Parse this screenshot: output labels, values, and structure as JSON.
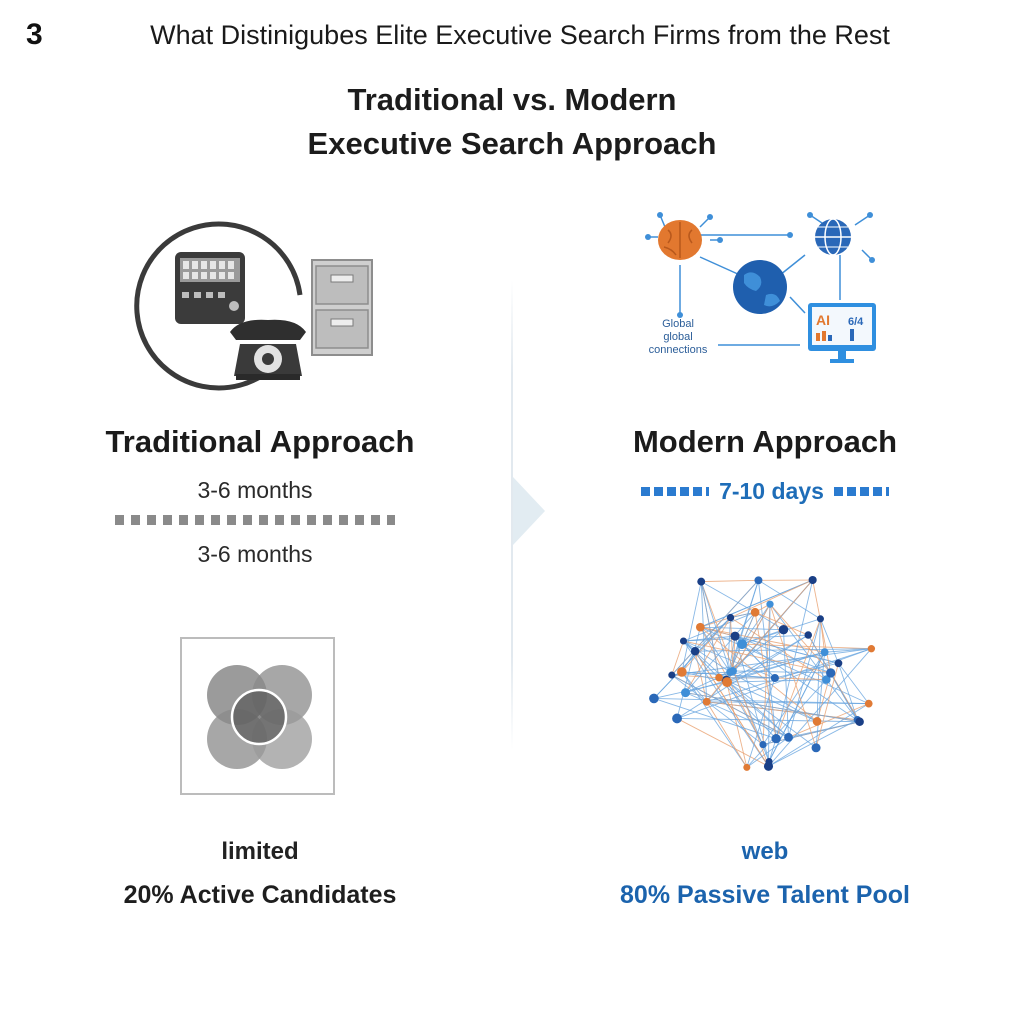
{
  "slide_number": "3",
  "header_title": "What Distinigubes Elite Executive Search Firms from the Rest",
  "main_title": {
    "line1": "Traditional vs. Modern",
    "line2": "Executive Search Approach"
  },
  "traditional": {
    "title": "Traditional Approach",
    "duration_top": "3-6 months",
    "duration_bottom": "3-6 months",
    "caption_small": "limited",
    "caption_main": "20% Active Candidates",
    "icons": [
      "rolodex-icon",
      "telephone-icon",
      "filing-cabinet-icon",
      "overlapping-circles-icon"
    ]
  },
  "modern": {
    "title": "Modern Approach",
    "duration": "7-10 days",
    "caption_small": "web",
    "caption_main": "80% Passive Talent Pool",
    "diagram_labels": {
      "line1": "Global",
      "line2": "global",
      "line3": "connections"
    },
    "monitor_text": "AI",
    "monitor_value": "6/4",
    "icons": [
      "brain-icon",
      "globe-icon",
      "network-globe-icon",
      "monitor-analytics-icon",
      "network-web-icon"
    ]
  },
  "colors": {
    "modern_accent": "#1b63ad",
    "traditional_gray": "#8a8a8a",
    "orange": "#e07a35",
    "dark_blue": "#1a3f86"
  }
}
